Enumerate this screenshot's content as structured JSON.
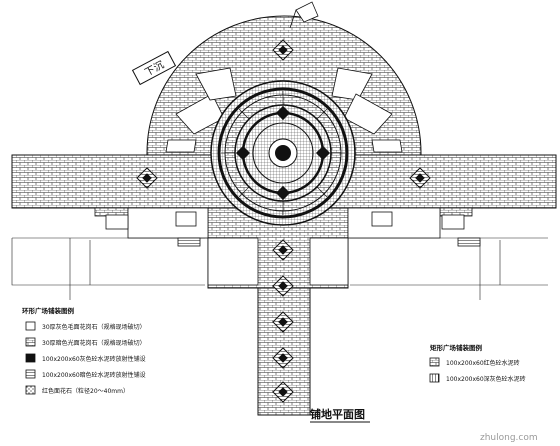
{
  "plan": {
    "title": "铺地平面图",
    "entrance_tag": "下沉",
    "watermark": "zhulong.com"
  },
  "legend_left": {
    "title": "环形广场铺装图例",
    "items": [
      {
        "swatch": "white",
        "text": "30厚灰色毛面花岗石（规格现场破切）"
      },
      {
        "swatch": "brick",
        "text": "30厚暗色光面花岗石（规格现场破切）"
      },
      {
        "swatch": "black",
        "text": "100x200x60灰色砼水泥砖放射性铺设"
      },
      {
        "swatch": "hatch",
        "text": "100x200x60暗色砼水泥砖放射性铺设"
      },
      {
        "swatch": "stone",
        "text": "红色面花石（粒径20～40mm）"
      }
    ]
  },
  "legend_right": {
    "title": "矩形广场铺装图例",
    "items": [
      {
        "swatch": "brick",
        "text": "100x200x60红色砼水泥砖"
      },
      {
        "swatch": "vhatch",
        "text": "100x200x60深灰色砼水泥砖"
      }
    ]
  },
  "colors": {
    "line": "#111111",
    "paper": "#ffffff",
    "watermark": "#9a9a9a"
  }
}
